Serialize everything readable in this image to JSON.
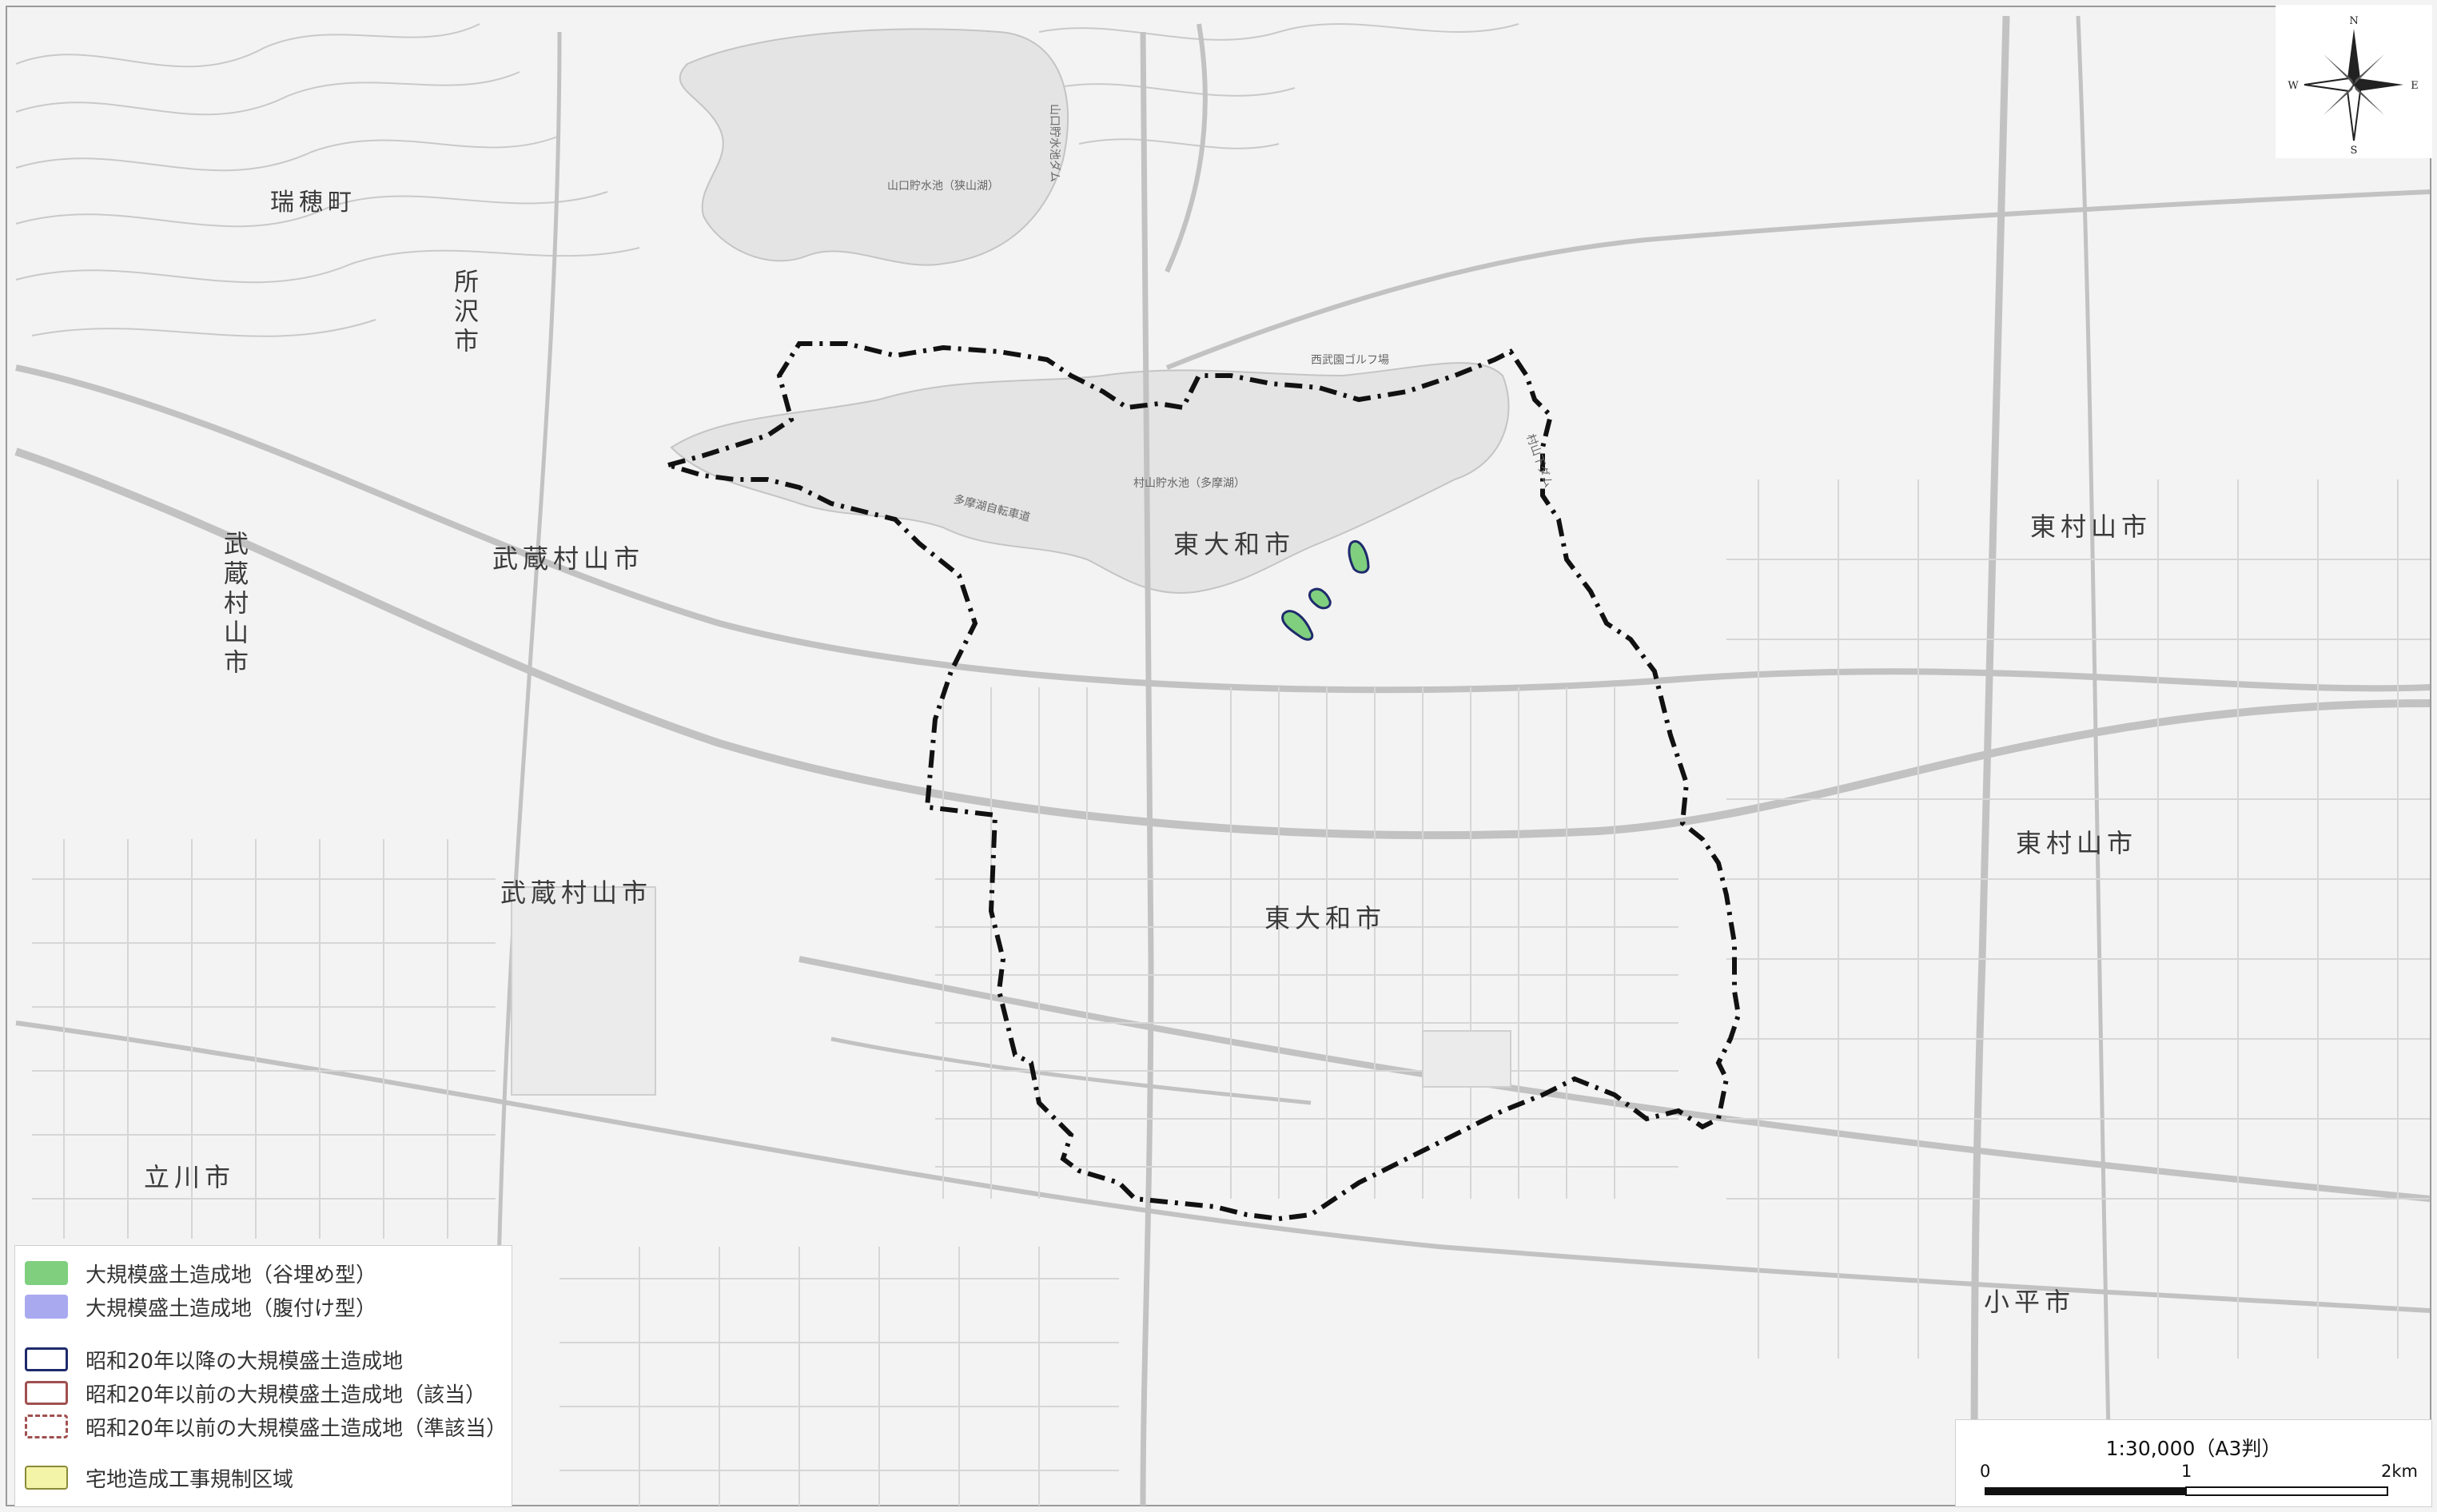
{
  "map": {
    "place_labels": {
      "mizuho": "瑞穂町",
      "tokorozawa": "所沢市",
      "musashimurayama_vertical": "武蔵村山市",
      "musashimurayama_1": "武蔵村山市",
      "musashimurayama_2": "武蔵村山市",
      "higashiyamato_1": "東大和市",
      "higashiyamato_2": "東大和市",
      "higashimurayama_1": "東村山市",
      "higashimurayama_2": "東村山市",
      "tachikawa": "立川市",
      "kodaira": "小平市"
    },
    "small_labels": {
      "yamaguchi_reservoir": "山口貯水池（狭山湖）",
      "murayama_reservoir": "村山貯水池（多摩湖）",
      "yamaguchi_dam": "山口貯水池ダム",
      "murayama_dam": "村山下ダム",
      "tamako_cycling": "多摩湖自転車道",
      "seibu_golf": "西武園ゴルフ場"
    },
    "colors": {
      "background": "#f2f2f2",
      "water": "#e6e6e6",
      "road": "#bdbdbd",
      "boundary": "#111111",
      "valley_fill": "#7fcf7f",
      "side_fill": "#a9a9f0",
      "post_1945_outline": "#1f2a6b",
      "pre_1945_outline": "#a05050",
      "regulated_zone": "#f4f4a8"
    }
  },
  "legend": {
    "items": [
      {
        "label": "大規模盛土造成地（谷埋め型）",
        "color": "#7fcf7f",
        "style": "fill"
      },
      {
        "label": "大規模盛土造成地（腹付け型）",
        "color": "#a9a9f0",
        "style": "fill"
      },
      {
        "label": "昭和20年以降の大規模盛土造成地",
        "color": "#1f2a6b",
        "style": "outline"
      },
      {
        "label": "昭和20年以前の大規模盛土造成地（該当）",
        "color": "#a05050",
        "style": "outline"
      },
      {
        "label": "昭和20年以前の大規模盛土造成地（準該当）",
        "color": "#a05050",
        "style": "dashed"
      },
      {
        "label": "宅地造成工事規制区域",
        "color": "#f4f4a8",
        "style": "fill"
      }
    ]
  },
  "scale": {
    "title": "1:30,000（A3判）",
    "ticks": [
      "0",
      "1",
      "2km"
    ]
  },
  "compass": {
    "n": "N",
    "s": "S",
    "e": "E",
    "w": "W",
    "icon": "compass-rose-icon"
  }
}
